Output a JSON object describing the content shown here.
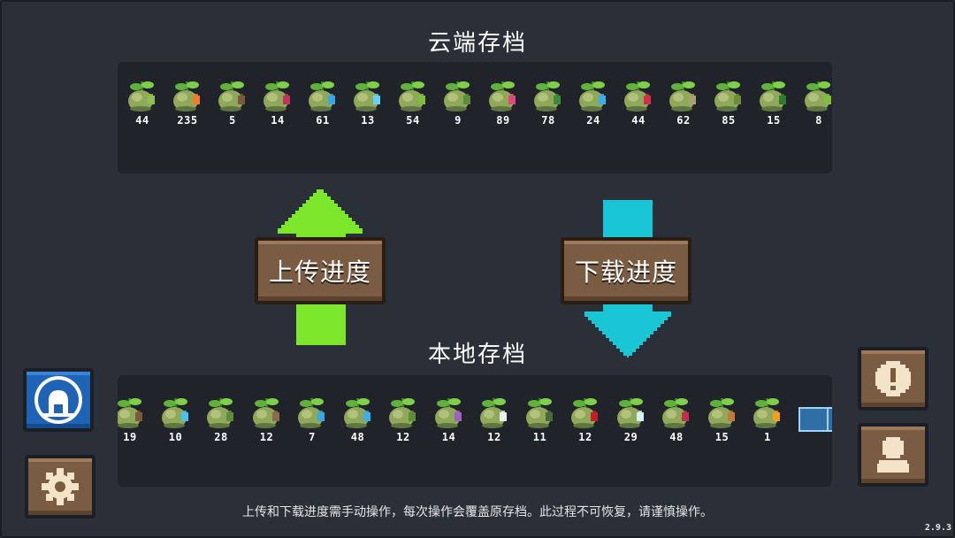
{
  "cloud": {
    "title": "云端存档",
    "items": [
      {
        "count": "44",
        "accent": "#8fc24a"
      },
      {
        "count": "235",
        "accent": "#f07d2a"
      },
      {
        "count": "5",
        "accent": "#7a5a3a"
      },
      {
        "count": "14",
        "accent": "#c0355a"
      },
      {
        "count": "61",
        "accent": "#3aa8e0"
      },
      {
        "count": "13",
        "accent": "#6ad0f0"
      },
      {
        "count": "54",
        "accent": "#7fbf3f"
      },
      {
        "count": "9",
        "accent": "#5e8d3a"
      },
      {
        "count": "89",
        "accent": "#e04a7a"
      },
      {
        "count": "78",
        "accent": "#3f8a3a"
      },
      {
        "count": "24",
        "accent": "#3ab0e8"
      },
      {
        "count": "44",
        "accent": "#d0304a"
      },
      {
        "count": "62",
        "accent": "#a8a070"
      },
      {
        "count": "85",
        "accent": "#6b8e3a"
      },
      {
        "count": "15",
        "accent": "#2f7a2f"
      },
      {
        "count": "8",
        "accent": "#7fbf3f"
      }
    ]
  },
  "local": {
    "title": "本地存档",
    "items": [
      {
        "count": "19",
        "accent": "#7a5a3a"
      },
      {
        "count": "10",
        "accent": "#4ac0f0"
      },
      {
        "count": "28",
        "accent": "#5e8d3a"
      },
      {
        "count": "12",
        "accent": "#8a6a4a"
      },
      {
        "count": "7",
        "accent": "#3aa8e0"
      },
      {
        "count": "48",
        "accent": "#3ab0e8"
      },
      {
        "count": "12",
        "accent": "#5e8d3a"
      },
      {
        "count": "14",
        "accent": "#a060c0"
      },
      {
        "count": "12",
        "accent": "#e8f0f0"
      },
      {
        "count": "11",
        "accent": "#4a6a3a"
      },
      {
        "count": "12",
        "accent": "#c0202a"
      },
      {
        "count": "29",
        "accent": "#d8f0f0"
      },
      {
        "count": "48",
        "accent": "#c0304a"
      },
      {
        "count": "15",
        "accent": "#c07a3a"
      },
      {
        "count": "1",
        "accent": "#f0a020"
      }
    ]
  },
  "buttons": {
    "upload": "上传进度",
    "download": "下载进度"
  },
  "footer_note": "上传和下载进度需手动操作，每次操作会覆盖原存档。此过程不可恢复，请谨慎操作。",
  "version": "2.9.3",
  "icons": {
    "logo_button": "logo-icon",
    "settings_button": "gear-icon",
    "alert_button": "exclamation-icon",
    "profile_button": "person-icon"
  },
  "colors": {
    "upload_arrow": "#7ce62b",
    "download_arrow": "#18c6d6",
    "button_brown": "#7a5c42",
    "logo_blue": "#1f63b7"
  }
}
